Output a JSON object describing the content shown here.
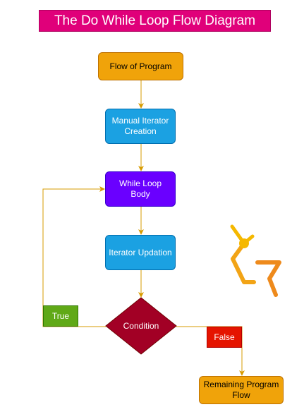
{
  "title": "The Do While Loop Flow Diagram",
  "nodes": {
    "start": "Flow of Program",
    "iterator": "Manual Iterator Creation",
    "body": "While Loop Body",
    "update": "Iterator Updation",
    "condition": "Condition",
    "remaining": "Remaining Program Flow"
  },
  "edges": {
    "true_label": "True",
    "false_label": "False"
  },
  "colors": {
    "title_bg": "#e0007a",
    "start": "#f0a30a",
    "iterator": "#1ba1e2",
    "body": "#6a00ff",
    "update": "#1ba1e2",
    "condition": "#a20025",
    "remaining": "#f0a30a",
    "true_tag": "#60a917",
    "false_tag": "#e51400",
    "connector": "#d79b00"
  },
  "logo": "gfg-logo"
}
